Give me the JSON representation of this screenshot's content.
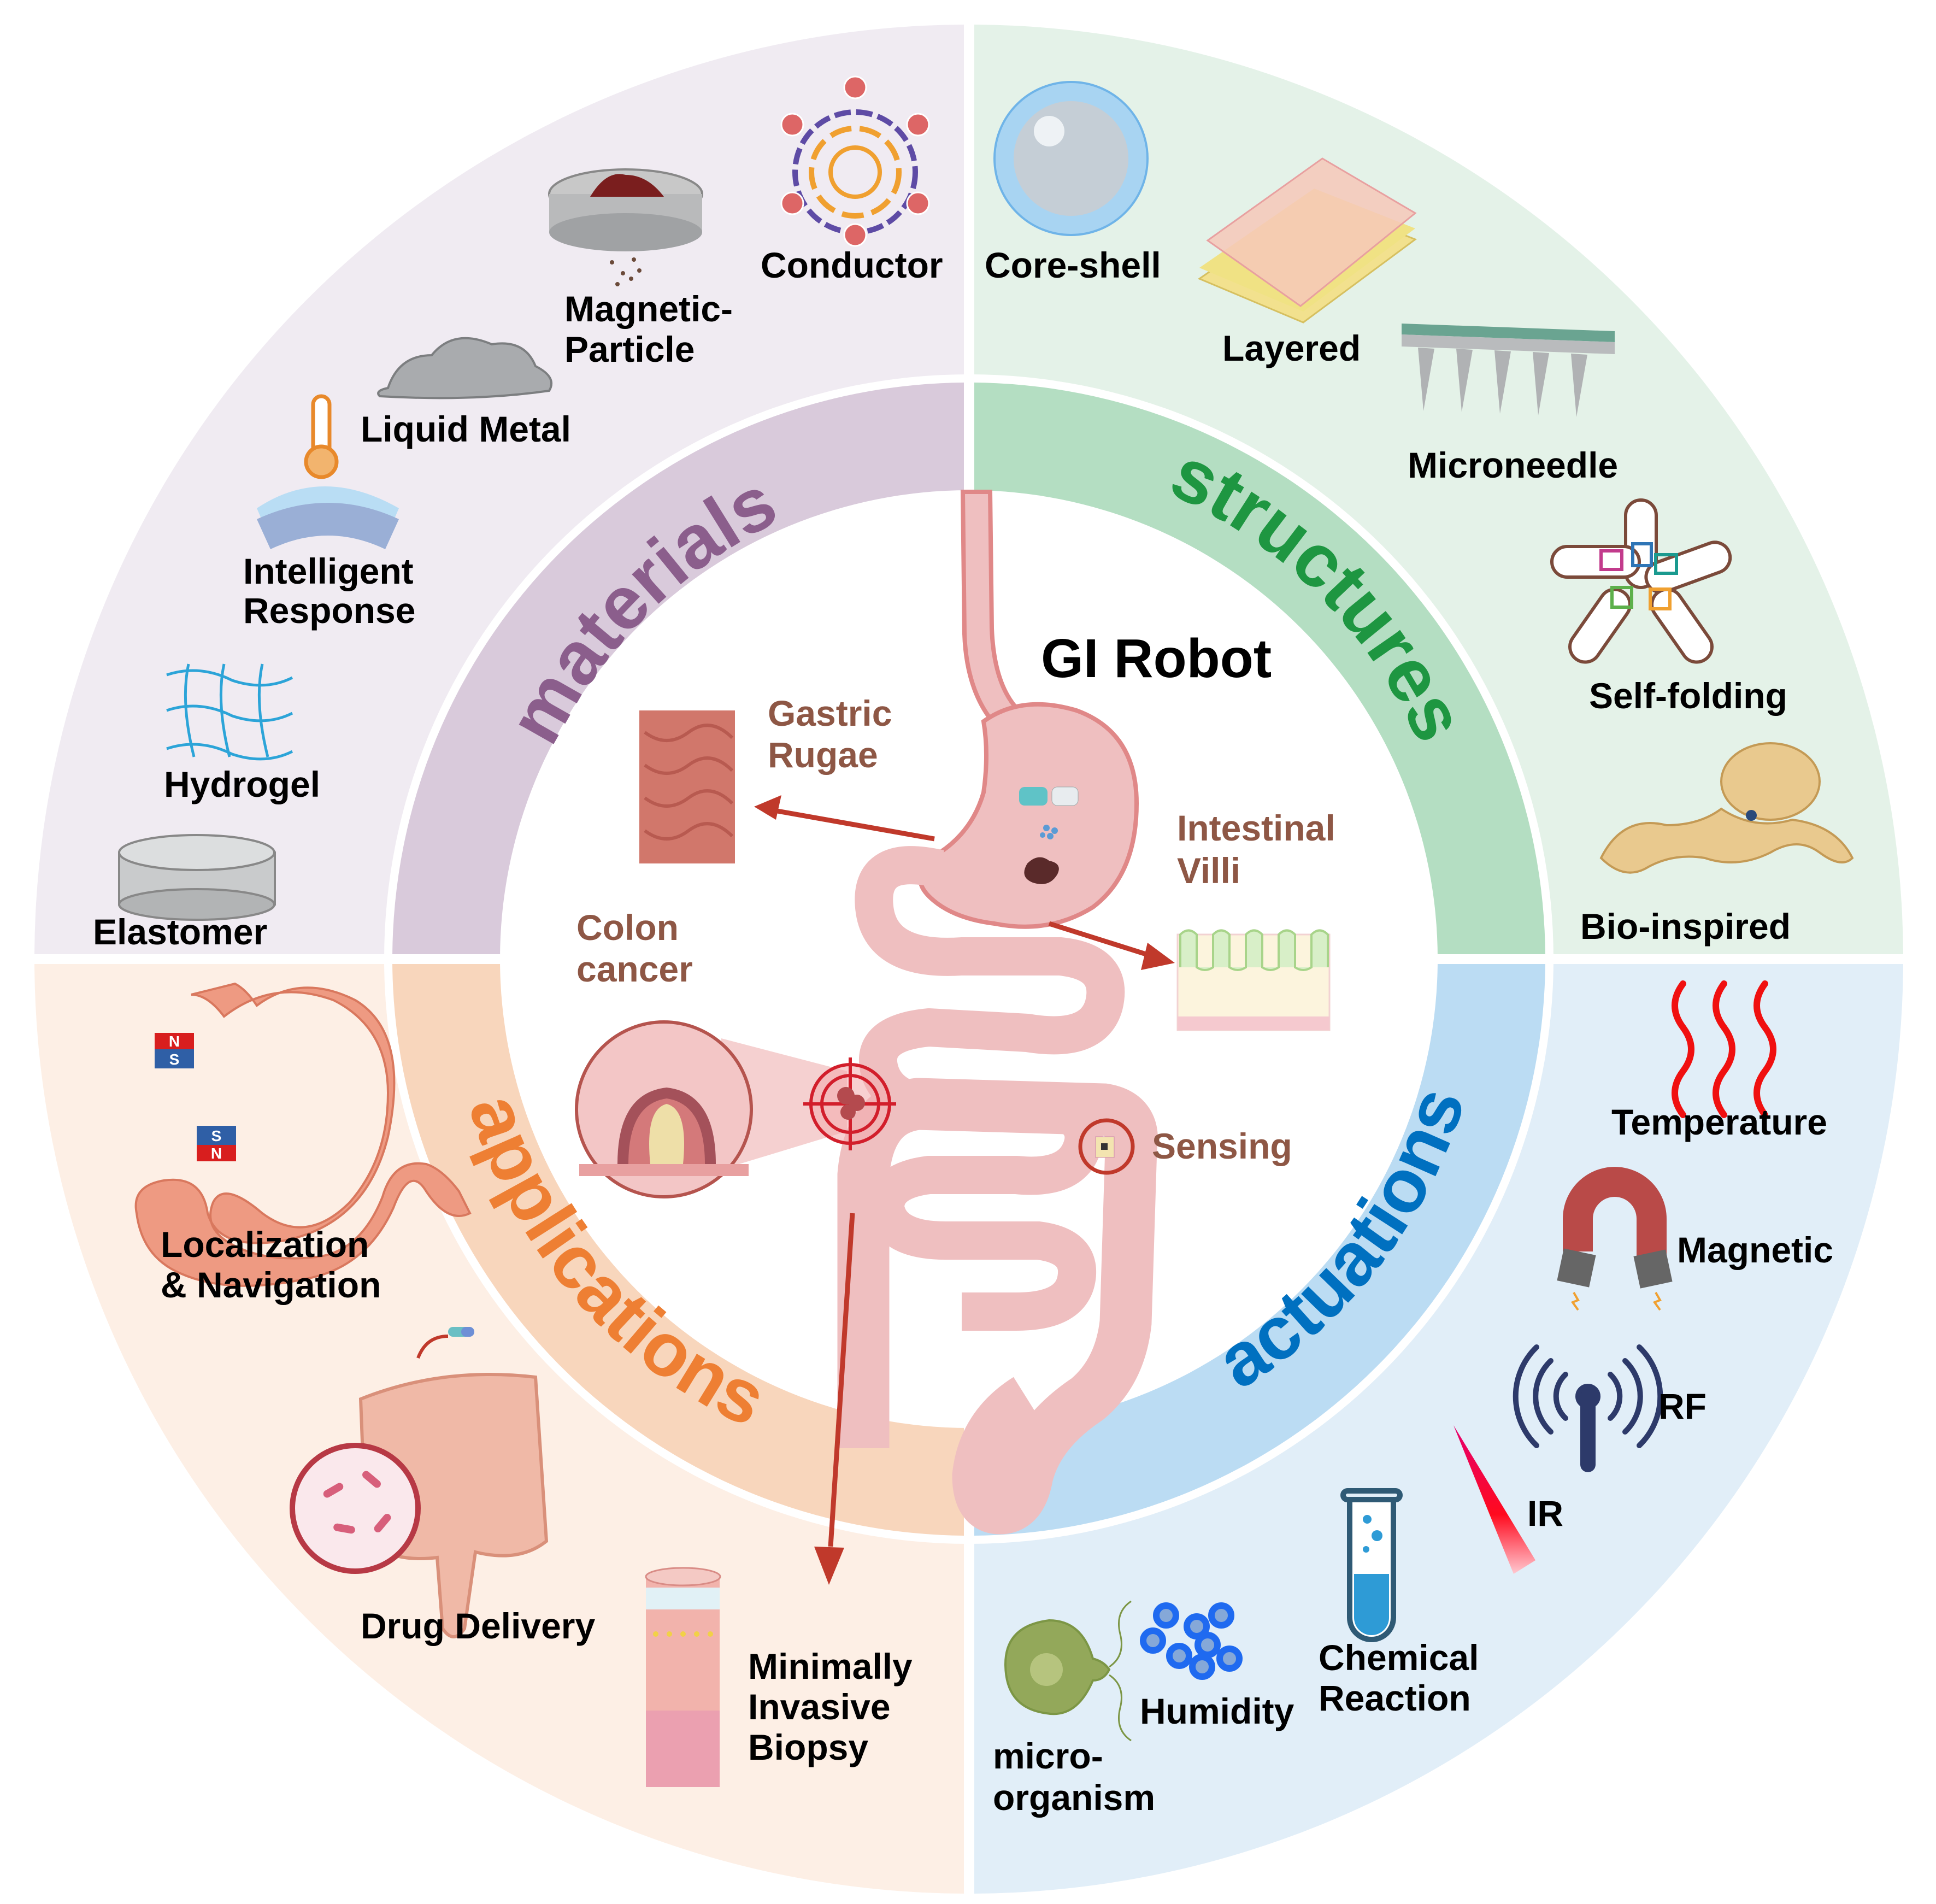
{
  "title": "GI Robot",
  "colors": {
    "materials": {
      "outer": "#F0EBF2",
      "ring": "#D9CADB",
      "text": "#8B5E8C"
    },
    "structures": {
      "outer": "#E4F2E8",
      "ring": "#B4DEC2",
      "text": "#1E9641"
    },
    "actuations": {
      "outer": "#E1EEF8",
      "ring": "#BBDCF3",
      "text": "#0070C0"
    },
    "applications": {
      "outer": "#FDEFE5",
      "ring": "#F8D6BC",
      "text": "#EE7F33"
    },
    "organ_fill": "#EFBFC0",
    "organ_stroke": "#E08888",
    "arrow": "#C0392B",
    "callout_text": "#8E5745"
  },
  "quadrants": {
    "materials": {
      "label": "materials",
      "items": [
        {
          "lines": [
            "Conductor"
          ],
          "icon": "conductor-polymer-icon"
        },
        {
          "lines": [
            "Magnetic-",
            "Particle"
          ],
          "icon": "magnetic-particle-sieve-icon"
        },
        {
          "lines": [
            "Liquid Metal"
          ],
          "icon": "liquid-metal-blob-icon"
        },
        {
          "lines": [
            "Intelligent",
            "Response"
          ],
          "icon": "thermometer-response-icon"
        },
        {
          "lines": [
            "Hydrogel"
          ],
          "icon": "hydrogel-network-icon"
        },
        {
          "lines": [
            "Elastomer"
          ],
          "icon": "elastomer-cylinder-icon"
        }
      ]
    },
    "structures": {
      "label": "structures",
      "items": [
        {
          "lines": [
            "Core-shell"
          ],
          "icon": "core-shell-sphere-icon"
        },
        {
          "lines": [
            "Layered"
          ],
          "icon": "layered-sheets-icon"
        },
        {
          "lines": [
            "Microneedle"
          ],
          "icon": "microneedle-array-icon"
        },
        {
          "lines": [
            "Self-folding"
          ],
          "icon": "self-folding-star-icon"
        },
        {
          "lines": [
            "Bio-inspired"
          ],
          "icon": "octopus-icon"
        }
      ]
    },
    "actuations": {
      "label": "actuations",
      "items": [
        {
          "lines": [
            "Temperature"
          ],
          "icon": "heat-waves-icon"
        },
        {
          "lines": [
            "Magnetic"
          ],
          "icon": "horseshoe-magnet-icon"
        },
        {
          "lines": [
            "RF"
          ],
          "icon": "rf-antenna-icon"
        },
        {
          "lines": [
            "IR"
          ],
          "icon": "ir-beam-icon"
        },
        {
          "lines": [
            "Chemical",
            "Reaction"
          ],
          "icon": "test-tube-icon"
        },
        {
          "lines": [
            "Humidity"
          ],
          "icon": "water-droplets-icon"
        },
        {
          "lines": [
            "micro-",
            "organism"
          ],
          "icon": "microorganism-icon"
        }
      ]
    },
    "applications": {
      "label": "applications",
      "items": [
        {
          "lines": [
            "Localization",
            "& Navigation"
          ],
          "icon": "magnetic-stomach-navigation-icon"
        },
        {
          "lines": [
            "Drug Delivery"
          ],
          "icon": "intestine-drug-delivery-icon"
        },
        {
          "lines": [
            "Minimally",
            "Invasive",
            "Biopsy"
          ],
          "icon": "tissue-biopsy-core-icon"
        }
      ]
    }
  },
  "center": {
    "title": "GI Robot",
    "callouts": [
      {
        "lines": [
          "Gastric",
          "Rugae"
        ]
      },
      {
        "lines": [
          "Intestinal",
          "Villi"
        ]
      },
      {
        "lines": [
          "Colon",
          "cancer"
        ]
      },
      {
        "lines": [
          "Sensing"
        ]
      }
    ],
    "magnet_labels": {
      "top_n": "N",
      "top_s": "S",
      "bottom_s": "S",
      "bottom_n": "N"
    }
  }
}
